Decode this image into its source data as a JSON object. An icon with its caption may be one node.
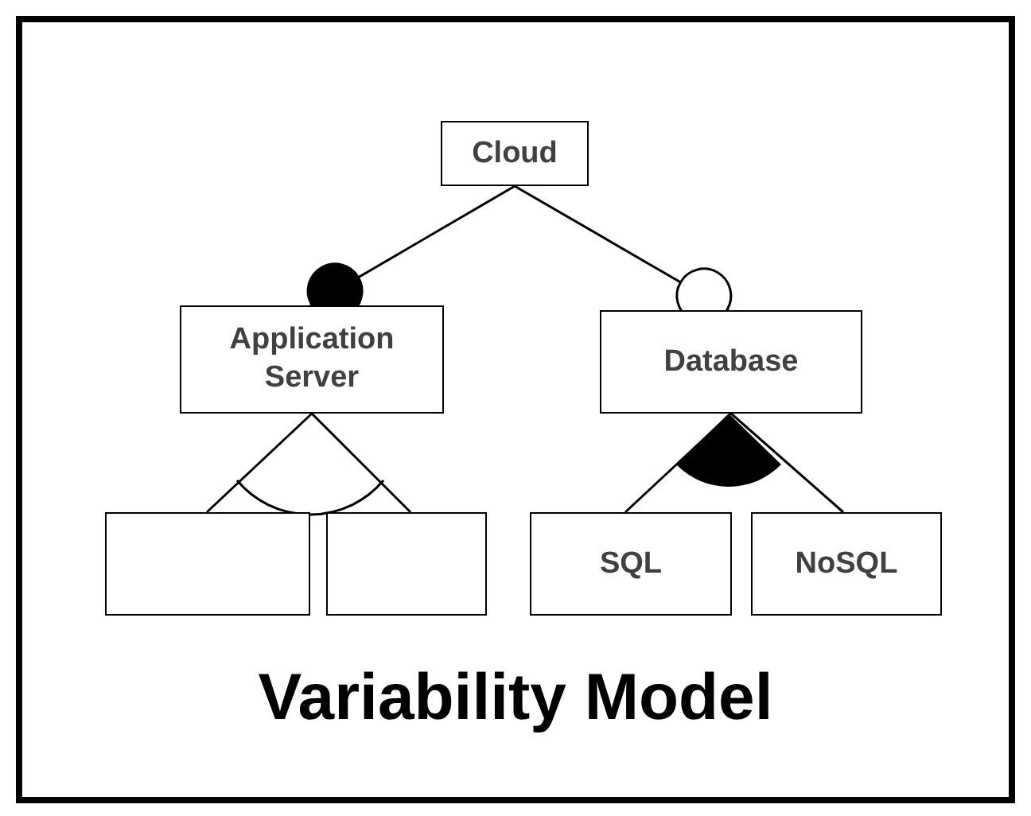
{
  "diagram": {
    "title": "Variability Model",
    "nodes": [
      {
        "text": [
          "Cloud"
        ]
      },
      {
        "text": [
          "Application Server"
        ]
      },
      {
        "text": [
          "Database"
        ]
      },
      {
        "text": [],
        "shape": "box"
      },
      {
        "text": [],
        "shape": "box"
      },
      {
        "text": [
          "SQL"
        ]
      },
      {
        "text": [
          "NoSQL"
        ]
      }
    ],
    "edges": [
      {
        "from": 0,
        "to": 1,
        "arrow": "other"
      },
      {
        "from": 0,
        "to": 2,
        "arrow": "other"
      },
      {
        "from": 1,
        "to": 3,
        "arrow": "none"
      },
      {
        "from": 1,
        "to": 4,
        "arrow": "none"
      },
      {
        "from": 2,
        "to": 5,
        "arrow": "none"
      },
      {
        "from": 2,
        "to": 6,
        "arrow": "none"
      }
    ]
  }
}
